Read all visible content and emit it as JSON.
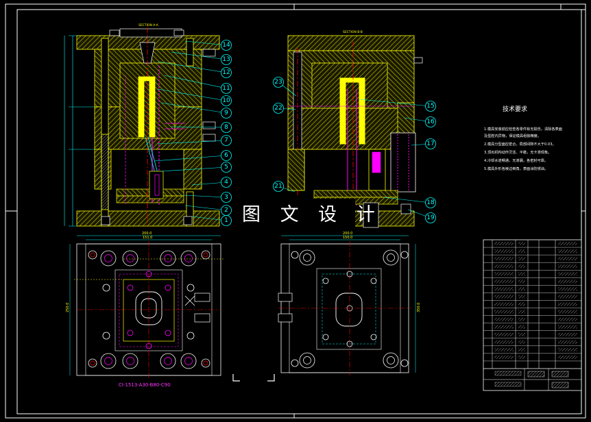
{
  "watermark": "图 文 设 计",
  "section_labels": {
    "left": "SECTION A-A",
    "right": "SECTION B-B"
  },
  "left_balloons": [
    "14",
    "13",
    "12",
    "11",
    "10",
    "9",
    "8",
    "7",
    "6",
    "5",
    "4",
    "3",
    "2",
    "1"
  ],
  "right_left_balloons": [
    "23",
    "22",
    "21"
  ],
  "right_balloons": [
    "15",
    "16",
    "17",
    "18",
    "19"
  ],
  "tech_requirements": {
    "title": "技术要求",
    "lines": [
      "1.模具安装前应检查各零件有无损伤，清除各表面",
      "及型腔内异物，保证模具组装精度。",
      "2.模具分型面应密合，局部间隙不大于0.03。",
      "3.顶出机构动作灵活、平稳，无卡滞现象。",
      "4.冷却水道畅通，无渗漏，各密封可靠。",
      "5.模具外形各棱边倒角，表面涂防锈油。"
    ]
  },
  "part_number": "CI-1513-A30-B80-C90",
  "dimensions": {
    "plan_left_top": "200.0",
    "plan_left_inner": "151.0",
    "plan_left_side": "250.0",
    "plan_right_top": "200.0",
    "plan_right_inner": "150.0",
    "plan_right_side": "350.0"
  },
  "colors": {
    "yellow": "#ffff00",
    "cyan": "#00ffff",
    "red": "#ff0000",
    "magenta": "#ff00ff",
    "white": "#ffffff",
    "hatch": "#c8c800"
  },
  "title_block": {
    "rows": 17
  }
}
